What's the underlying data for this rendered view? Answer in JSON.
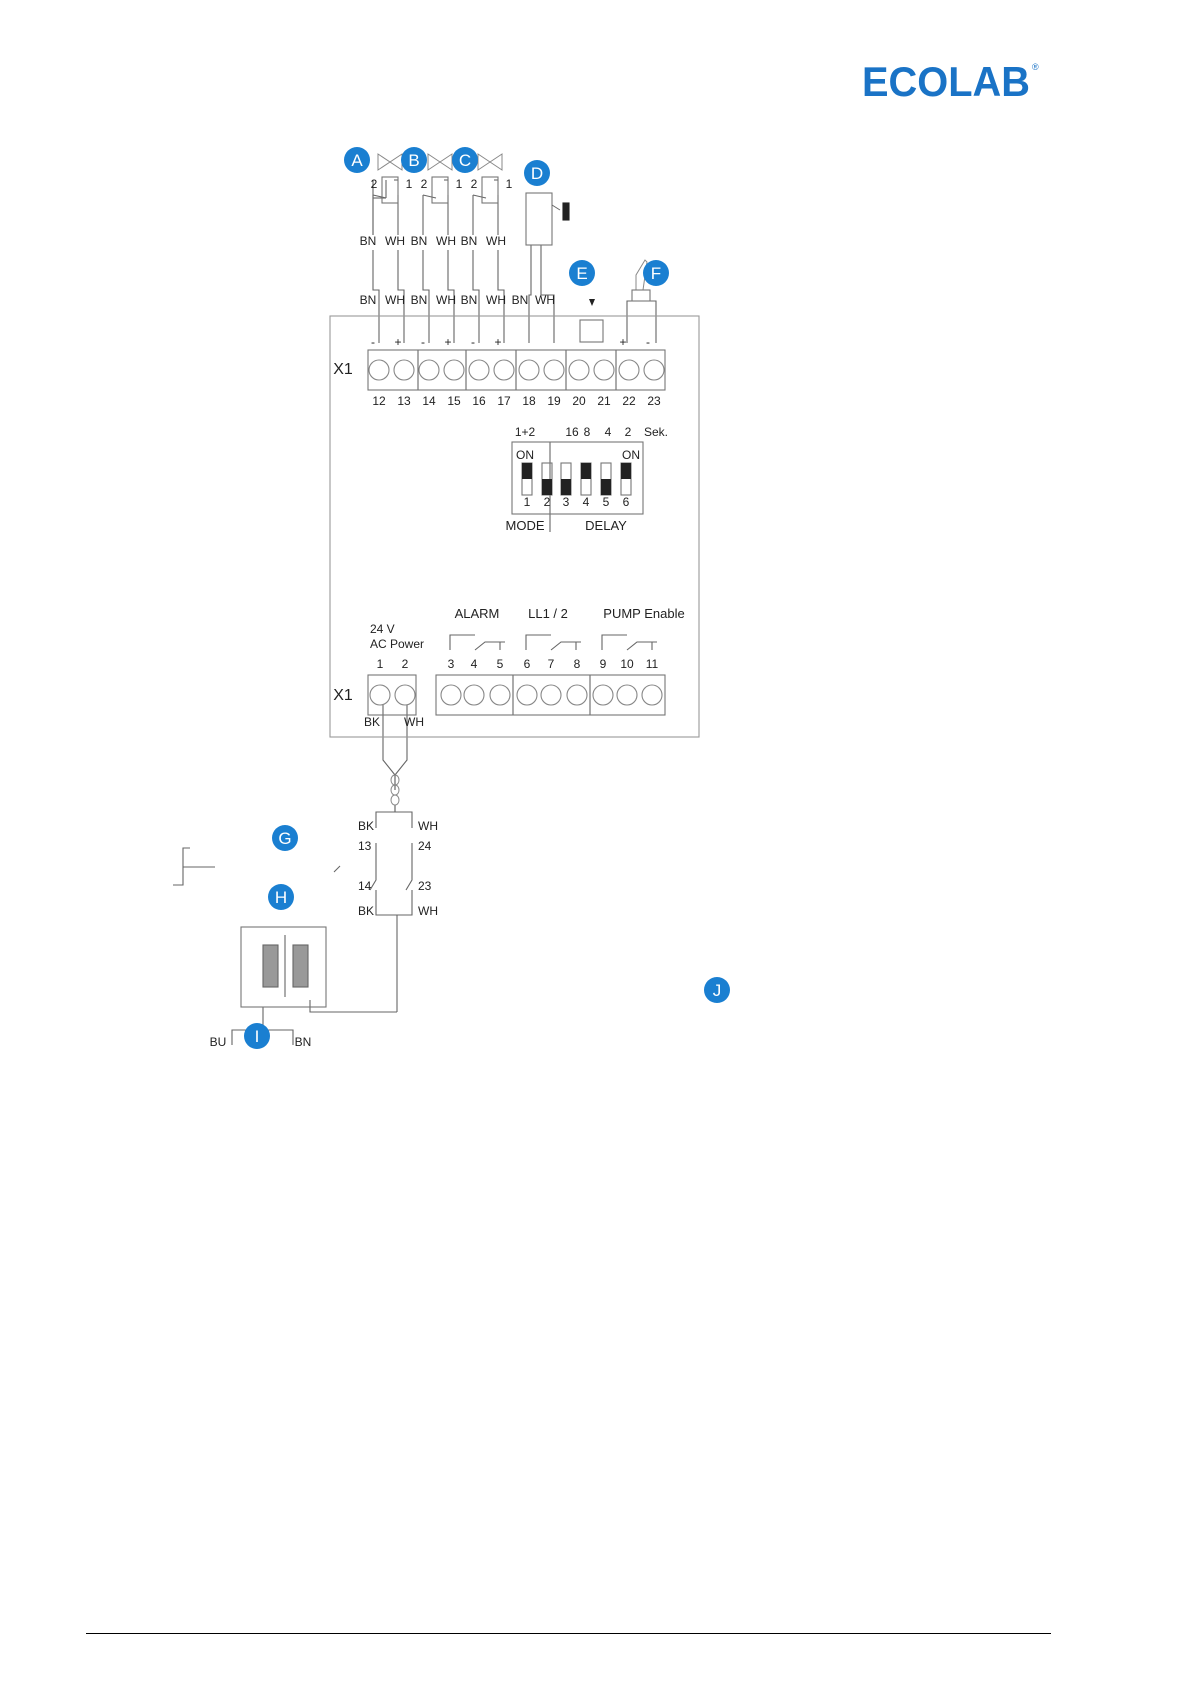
{
  "brand": {
    "name": "ECOLAB",
    "mark": "®",
    "color": "#1a73c6"
  },
  "callouts": [
    "A",
    "B",
    "C",
    "D",
    "E",
    "F",
    "G",
    "H",
    "I",
    "J"
  ],
  "callout_color": "#1a7fd1",
  "valves": {
    "pin_left": "2",
    "pin_right": "1"
  },
  "top_wires_upper": [
    "BN",
    "WH",
    "BN",
    "WH",
    "BN",
    "WH"
  ],
  "top_wires_lower": [
    "BN",
    "WH",
    "BN",
    "WH",
    "BN",
    "WH",
    "BN",
    "WH"
  ],
  "x1_top": {
    "label": "X1",
    "polarity": [
      "-",
      "+",
      "-",
      "+",
      "-",
      "+",
      "",
      "",
      "",
      "",
      "+",
      "-"
    ],
    "numbers": [
      "12",
      "13",
      "14",
      "15",
      "16",
      "17",
      "18",
      "19",
      "20",
      "21",
      "22",
      "23"
    ]
  },
  "dip": {
    "header": [
      "1+2",
      "16",
      "8",
      "4",
      "2",
      "Sek."
    ],
    "on_left": "ON",
    "on_right": "ON",
    "numbers": [
      "1",
      "2",
      "3",
      "4",
      "5",
      "6"
    ],
    "mode_label": "MODE",
    "delay_label": "DELAY"
  },
  "x1_bottom": {
    "label": "X1",
    "power_voltage": "24 V",
    "power_label": "AC Power",
    "power_numbers": [
      "1",
      "2"
    ],
    "power_wires": [
      "BK",
      "WH"
    ],
    "relays": [
      {
        "label": "ALARM",
        "numbers": [
          "3",
          "4",
          "5"
        ]
      },
      {
        "label": "LL1 / 2",
        "numbers": [
          "6",
          "7",
          "8"
        ]
      },
      {
        "label": "PUMP Enable",
        "numbers": [
          "9",
          "10",
          "11"
        ]
      }
    ]
  },
  "switch": {
    "top_left": [
      "BK",
      "13"
    ],
    "top_right": [
      "WH",
      "24"
    ],
    "bottom_left": [
      "14",
      "BK"
    ],
    "bottom_right": [
      "23",
      "WH"
    ]
  },
  "mains": {
    "left": "BU",
    "right": "BN"
  }
}
